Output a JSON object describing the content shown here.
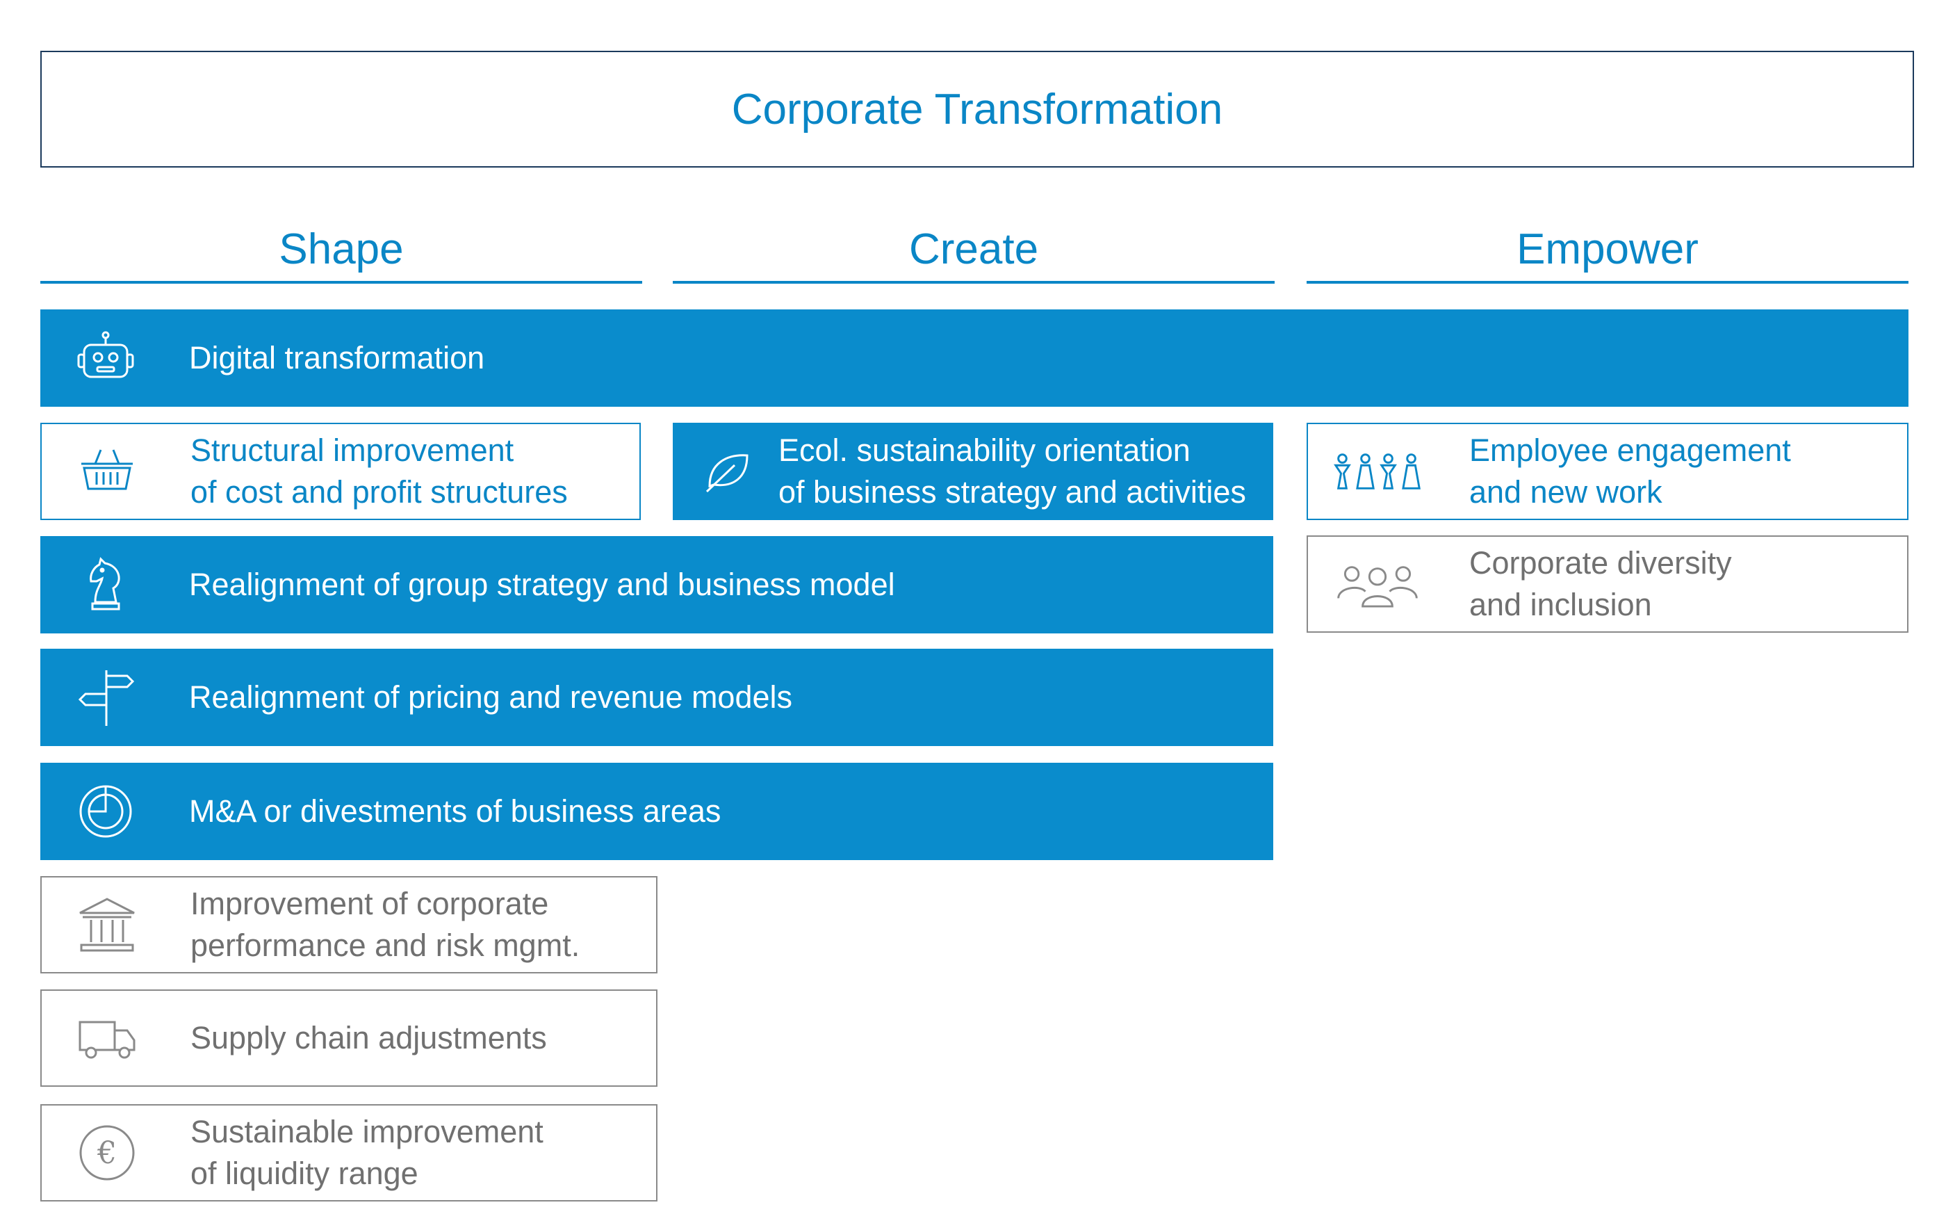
{
  "title": "Corporate Transformation",
  "columns": {
    "shape": "Shape",
    "create": "Create",
    "empower": "Empower"
  },
  "items": {
    "digital": {
      "label": "Digital transformation",
      "icon": "robot-icon"
    },
    "structural": {
      "label": "Structural improvement\nof cost and profit structures",
      "icon": "basket-icon"
    },
    "ecol": {
      "label": "Ecol. sustainability orientation\nof business strategy and activities",
      "icon": "leaf-icon"
    },
    "employee": {
      "label": "Employee engagement\nand new work",
      "icon": "people-icon"
    },
    "diversity": {
      "label": "Corporate diversity\nand inclusion",
      "icon": "group-icon"
    },
    "realign_strategy": {
      "label": "Realignment of group strategy and business model",
      "icon": "chess-knight-icon"
    },
    "realign_pricing": {
      "label": "Realignment of pricing and revenue models",
      "icon": "signpost-icon"
    },
    "ma": {
      "label": "M&A or divestments of business areas",
      "icon": "pie-chart-icon"
    },
    "performance": {
      "label": "Improvement of corporate\nperformance and risk mgmt.",
      "icon": "bank-icon"
    },
    "supply": {
      "label": "Supply chain adjustments",
      "icon": "truck-icon"
    },
    "liquidity": {
      "label": "Sustainable improvement\nof liquidity range",
      "icon": "euro-coin-icon"
    }
  },
  "colors": {
    "accent": "#0a8ccc",
    "title_text": "#0a86c6",
    "grey": "#707070",
    "title_border": "#1b3a5c"
  }
}
